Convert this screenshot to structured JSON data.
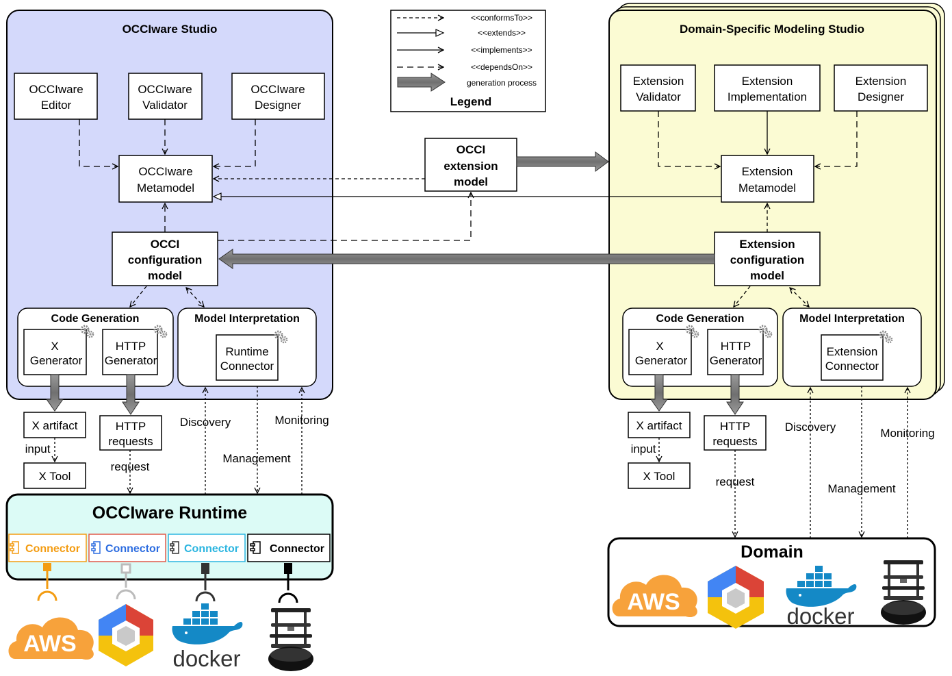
{
  "legend": {
    "title": "Legend",
    "conforms_to": "<<conformsTo>>",
    "extends": "<<extends>>",
    "implements": "<<implements>>",
    "depends_on": "<<dependsOn>>",
    "generation": "generation process"
  },
  "left": {
    "title": "OCCIware Studio",
    "editor": [
      "OCCIware",
      "Editor"
    ],
    "validator": [
      "OCCIware",
      "Validator"
    ],
    "designer": [
      "OCCIware",
      "Designer"
    ],
    "metamodel": [
      "OCCIware",
      "Metamodel"
    ],
    "config_model": [
      "OCCI",
      "configuration",
      "model"
    ],
    "code_generation": "Code Generation",
    "model_interpretation": "Model Interpretation",
    "x_generator": [
      "X",
      "Generator"
    ],
    "http_generator": [
      "HTTP",
      "Generator"
    ],
    "runtime_connector": [
      "Runtime",
      "Connector"
    ],
    "x_artifact": "X artifact",
    "x_tool": "X Tool",
    "http_requests": [
      "HTTP",
      "requests"
    ],
    "input": "input",
    "request": "request",
    "discovery": "Discovery",
    "management": "Management",
    "monitoring": "Monitoring",
    "runtime_title": "OCCIware Runtime",
    "connector": "Connector",
    "connector_colors": [
      "#f39c12",
      "#e05a4a",
      "#2bb5e0",
      "#000000"
    ]
  },
  "center": {
    "extension_model": [
      "OCCI",
      "extension",
      "model"
    ]
  },
  "right": {
    "title": "Domain-Specific Modeling Studio",
    "validator": [
      "Extension",
      "Validator"
    ],
    "implementation": [
      "Extension",
      "Implementation"
    ],
    "designer": [
      "Extension",
      "Designer"
    ],
    "metamodel": [
      "Extension",
      "Metamodel"
    ],
    "config_model": [
      "Extension",
      "configuration",
      "model"
    ],
    "code_generation": "Code Generation",
    "model_interpretation": "Model Interpretation",
    "x_generator": [
      "X",
      "Generator"
    ],
    "http_generator": [
      "HTTP",
      "Generator"
    ],
    "extension_connector": [
      "Extension",
      "Connector"
    ],
    "x_artifact": "X artifact",
    "x_tool": "X Tool",
    "http_requests": [
      "HTTP",
      "requests"
    ],
    "input": "input",
    "request": "request",
    "discovery": "Discovery",
    "management": "Management",
    "monitoring": "Monitoring",
    "domain_title": "Domain"
  },
  "logos": {
    "aws": "AWS",
    "docker": "docker"
  },
  "colors": {
    "left_panel": "#d4d9fb",
    "right_panel": "#fbfbd3",
    "runtime_panel": "#dcfbf6",
    "aws_orange": "#f7a23b"
  }
}
